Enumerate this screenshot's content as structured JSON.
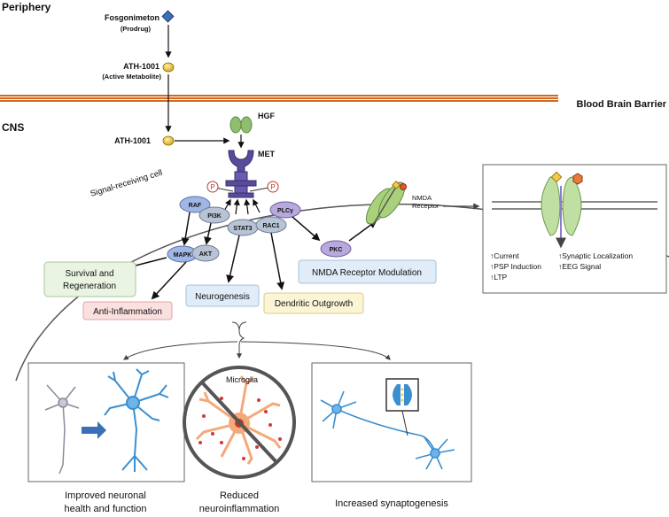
{
  "regions": {
    "periphery": "Periphery",
    "cns": "CNS",
    "bbb": "Blood Brain Barrier"
  },
  "drug": {
    "prodrug": "Fosgonimeton",
    "prodrug_sub": "(Prodrug)",
    "metabolite": "ATH-1001",
    "metabolite_sub": "(Active Metabolite)",
    "cns_metabolite": "ATH-1001"
  },
  "receptor": {
    "ligand": "HGF",
    "name": "MET",
    "phospho": "P"
  },
  "cell": {
    "label": "Signal-receiving cell"
  },
  "nodes": {
    "raf": "RAF",
    "pi3k": "PI3K",
    "stat3": "STAT3",
    "plcy": "PLCγ",
    "rac1": "RAC1",
    "mapk": "MAPK",
    "akt": "AKT",
    "pkc": "PKC"
  },
  "nmda": {
    "label_line1": "NMDA",
    "label_line2": "Receptor",
    "effects": [
      "Current",
      "PSP Induction",
      "LTP",
      "Synaptic Localization",
      "EEG Signal"
    ]
  },
  "outcomes": {
    "survival_line1": "Survival and",
    "survival_line2": "Regeneration",
    "anti_inflammation": "Anti-Inflammation",
    "neurogenesis": "Neurogenesis",
    "dendritic": "Dendritic Outgrowth",
    "nmda_modulation": "NMDA Receptor Modulation"
  },
  "panels": {
    "microglia": "Microglia",
    "caption1_line1": "Improved neuronal",
    "caption1_line2": "health and function",
    "caption2_line1": "Reduced",
    "caption2_line2": "neuroinflammation",
    "caption3": "Increased synaptogenesis"
  },
  "colors": {
    "bbb": "#d2691e",
    "met": "#5a4a9c",
    "hgf": "#8fbf6e",
    "node_blue": "#9fb6e6",
    "node_gray": "#b8c4d6",
    "node_purple": "#b7a9dc",
    "box_green": "#eaf4e2",
    "box_pink": "#fbe0e0",
    "box_blue": "#e0ecf7",
    "box_yellow": "#fbf5d6",
    "neuron_blue": "#3a8fd0",
    "microglia_orange": "#f4a97a"
  }
}
